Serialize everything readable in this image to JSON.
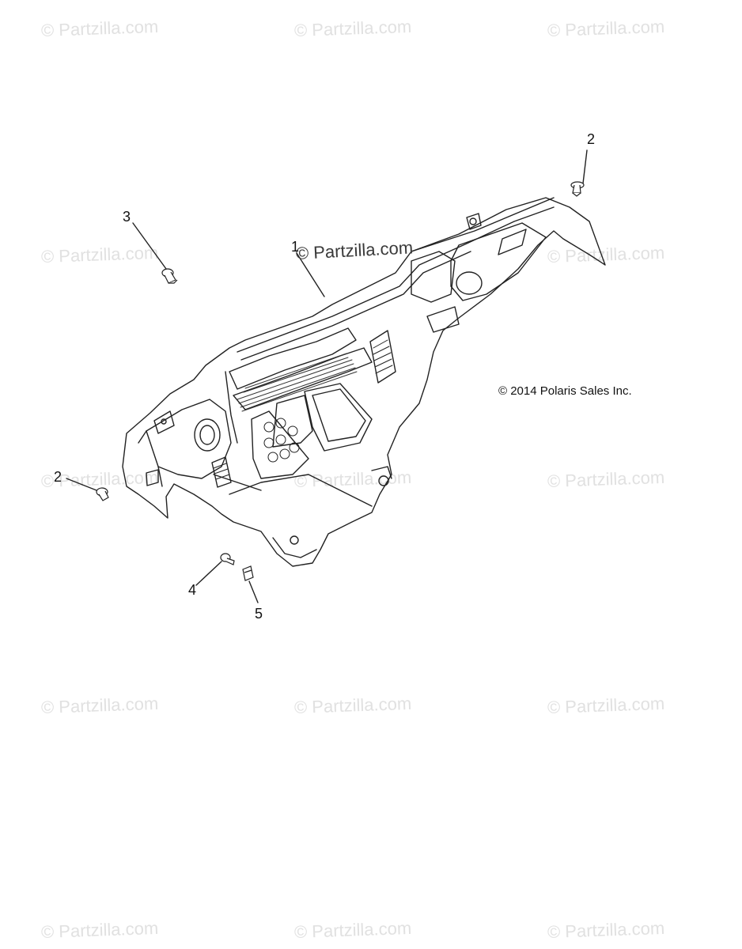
{
  "watermark": "© Partzilla.com",
  "center_watermark": "© Partzilla.com",
  "copyright": "© 2014 Polaris Sales Inc.",
  "callouts": {
    "part1": "1",
    "part2_right": "2",
    "part2_left": "2",
    "part3": "3",
    "part4": "4",
    "part5": "5"
  }
}
